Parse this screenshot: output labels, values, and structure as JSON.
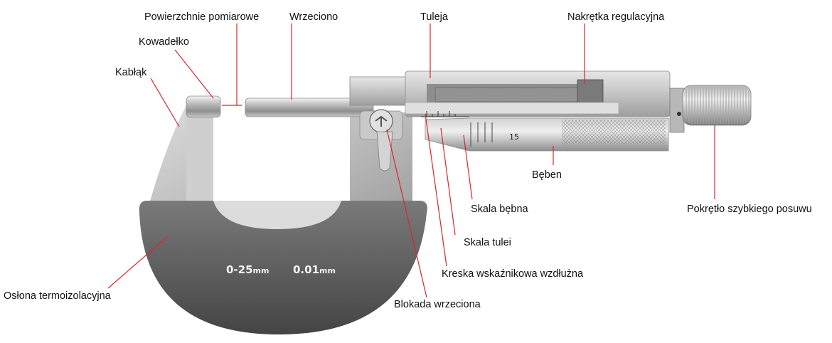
{
  "labels": {
    "surfaces": "Powierzchnie pomiarowe",
    "spindle": "Wrzeciono",
    "sleeve": "Tuleja",
    "adjusting_nut": "Nakrętka regulacyjna",
    "anvil": "Kowadełko",
    "frame": "Kabłąk",
    "thimble": "Bęben",
    "ratchet": "Pokrętło szybkiego posuwu",
    "thimble_scale": "Skala bębna",
    "sleeve_scale": "Skala tulei",
    "index_line": "Kreska wskaźnikowa wzdłużna",
    "heat_insulator": "Osłona termoizolacyjna",
    "spindle_lock": "Blokada wrzeciona"
  },
  "engraving": {
    "range": "0-25",
    "range_unit": "mm",
    "resolution": "0.01",
    "resolution_unit": "mm",
    "thimble_number": "15"
  },
  "colors": {
    "leader": "#d8262c",
    "metal_dark": "#5e5e5e",
    "metal_light": "#d9d9d9"
  }
}
